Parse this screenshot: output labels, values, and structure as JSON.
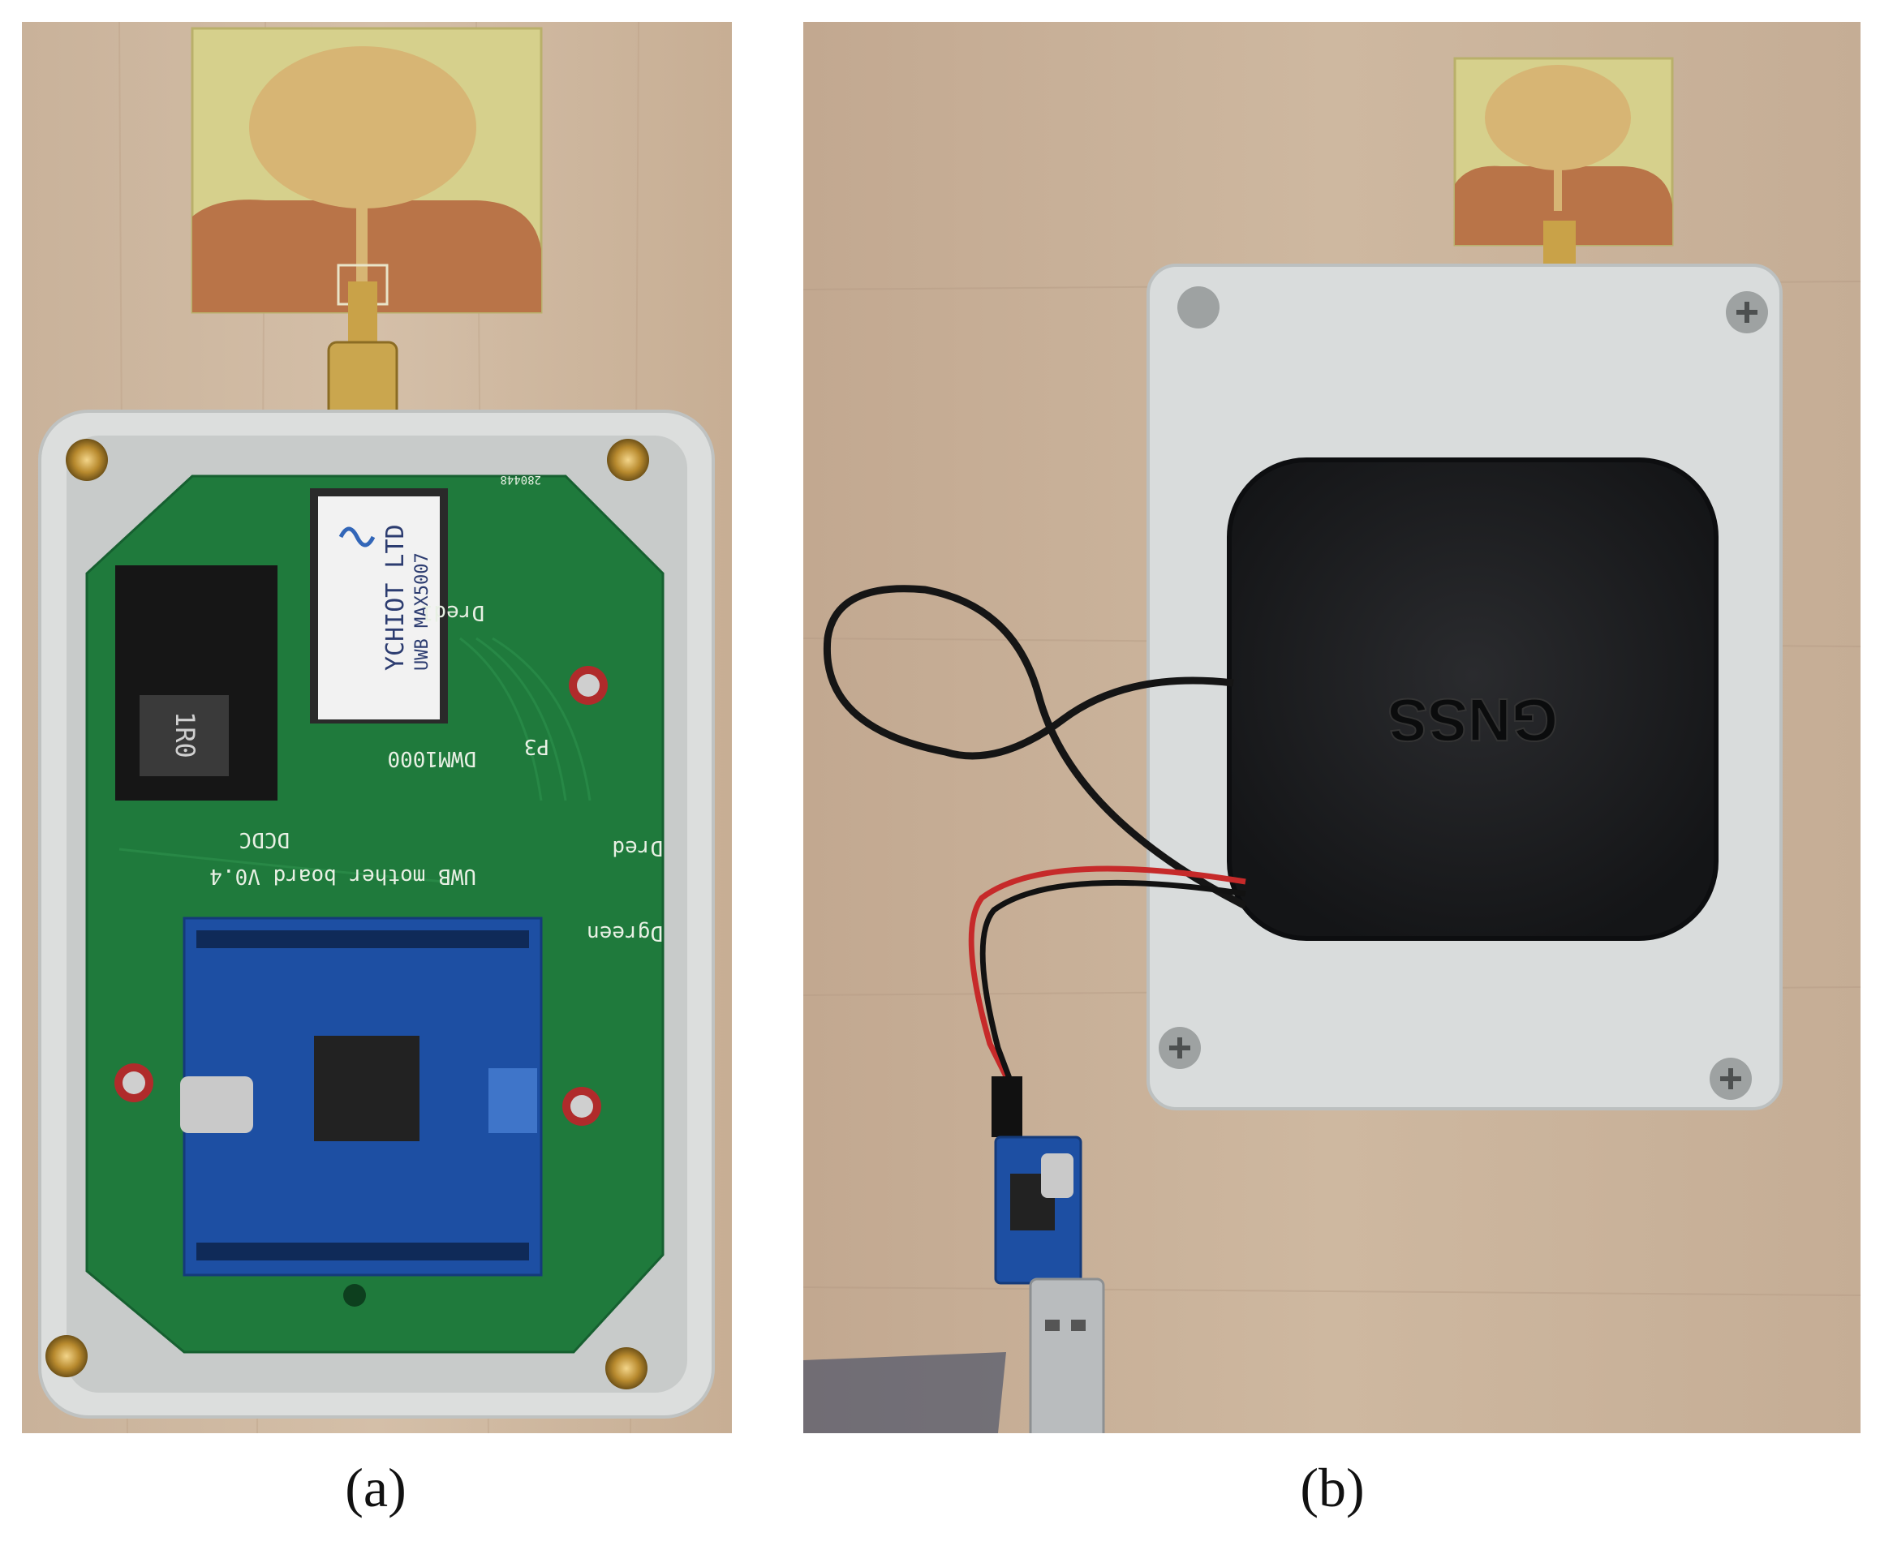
{
  "figure": {
    "panel_a": {
      "caption": "(a)",
      "module_label_line1": "YCHIOT LTD",
      "module_label_line2": "UWB MAX5007",
      "silkscreen": {
        "dwm": "DWM1000",
        "board": "UWB mother board V0.4",
        "dred1": "Dred1",
        "dred": "Dred",
        "dgreen": "Dgreen",
        "p3": "P3",
        "dcdc": "DCDC",
        "inductor": "1R0",
        "serial": "280448"
      }
    },
    "panel_b": {
      "caption": "(b)",
      "antenna_label": "GNSS"
    }
  },
  "colors": {
    "wood": "#cdb79f",
    "enclosure": "#d9dcdc",
    "pcb_green": "#1f7a3c",
    "mcu_blue": "#1d4fa3",
    "gnss_black": "#1c1d1f",
    "antenna_copper": "#c7a46a",
    "antenna_substrate": "#d9d08a"
  }
}
